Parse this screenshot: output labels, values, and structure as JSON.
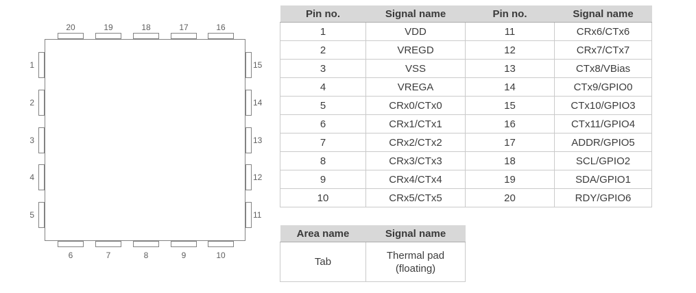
{
  "chip": {
    "pins": {
      "top": [
        "20",
        "19",
        "18",
        "17",
        "16"
      ],
      "left": [
        "1",
        "2",
        "3",
        "4",
        "5"
      ],
      "right": [
        "15",
        "14",
        "13",
        "12",
        "11"
      ],
      "bottom": [
        "6",
        "7",
        "8",
        "9",
        "10"
      ]
    }
  },
  "pin_table": {
    "headers": [
      "Pin no.",
      "Signal name",
      "Pin no.",
      "Signal name"
    ],
    "rows": [
      [
        "1",
        "VDD",
        "11",
        "CRx6/CTx6"
      ],
      [
        "2",
        "VREGD",
        "12",
        "CRx7/CTx7"
      ],
      [
        "3",
        "VSS",
        "13",
        "CTx8/VBias"
      ],
      [
        "4",
        "VREGA",
        "14",
        "CTx9/GPIO0"
      ],
      [
        "5",
        "CRx0/CTx0",
        "15",
        "CTx10/GPIO3"
      ],
      [
        "6",
        "CRx1/CTx1",
        "16",
        "CTx11/GPIO4"
      ],
      [
        "7",
        "CRx2/CTx2",
        "17",
        "ADDR/GPIO5"
      ],
      [
        "8",
        "CRx3/CTx3",
        "18",
        "SCL/GPIO2"
      ],
      [
        "9",
        "CRx4/CTx4",
        "19",
        "SDA/GPIO1"
      ],
      [
        "10",
        "CRx5/CTx5",
        "20",
        "RDY/GPIO6"
      ]
    ]
  },
  "area_table": {
    "headers": [
      "Area name",
      "Signal name"
    ],
    "rows": [
      [
        "Tab",
        "Thermal pad\n(floating)"
      ]
    ]
  },
  "colors": {
    "header_bg": "#d8d8d8",
    "cell_border": "#cacaca",
    "header_border": "#ababab",
    "table_text": "#3c3c3c",
    "chip_outline": "#828282",
    "chip_label_text": "#5e5e5e"
  }
}
